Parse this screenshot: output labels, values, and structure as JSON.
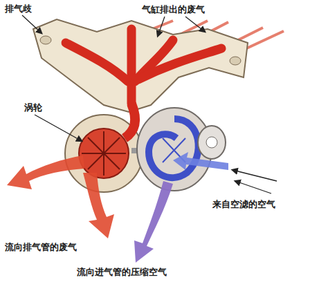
{
  "diagram": {
    "labels": [
      "排气歧",
      "气缸排出的废气",
      "涡轮",
      "来自空滤的空气",
      "流向排气管的废气",
      "流向进气管的压缩空气"
    ]
  }
}
